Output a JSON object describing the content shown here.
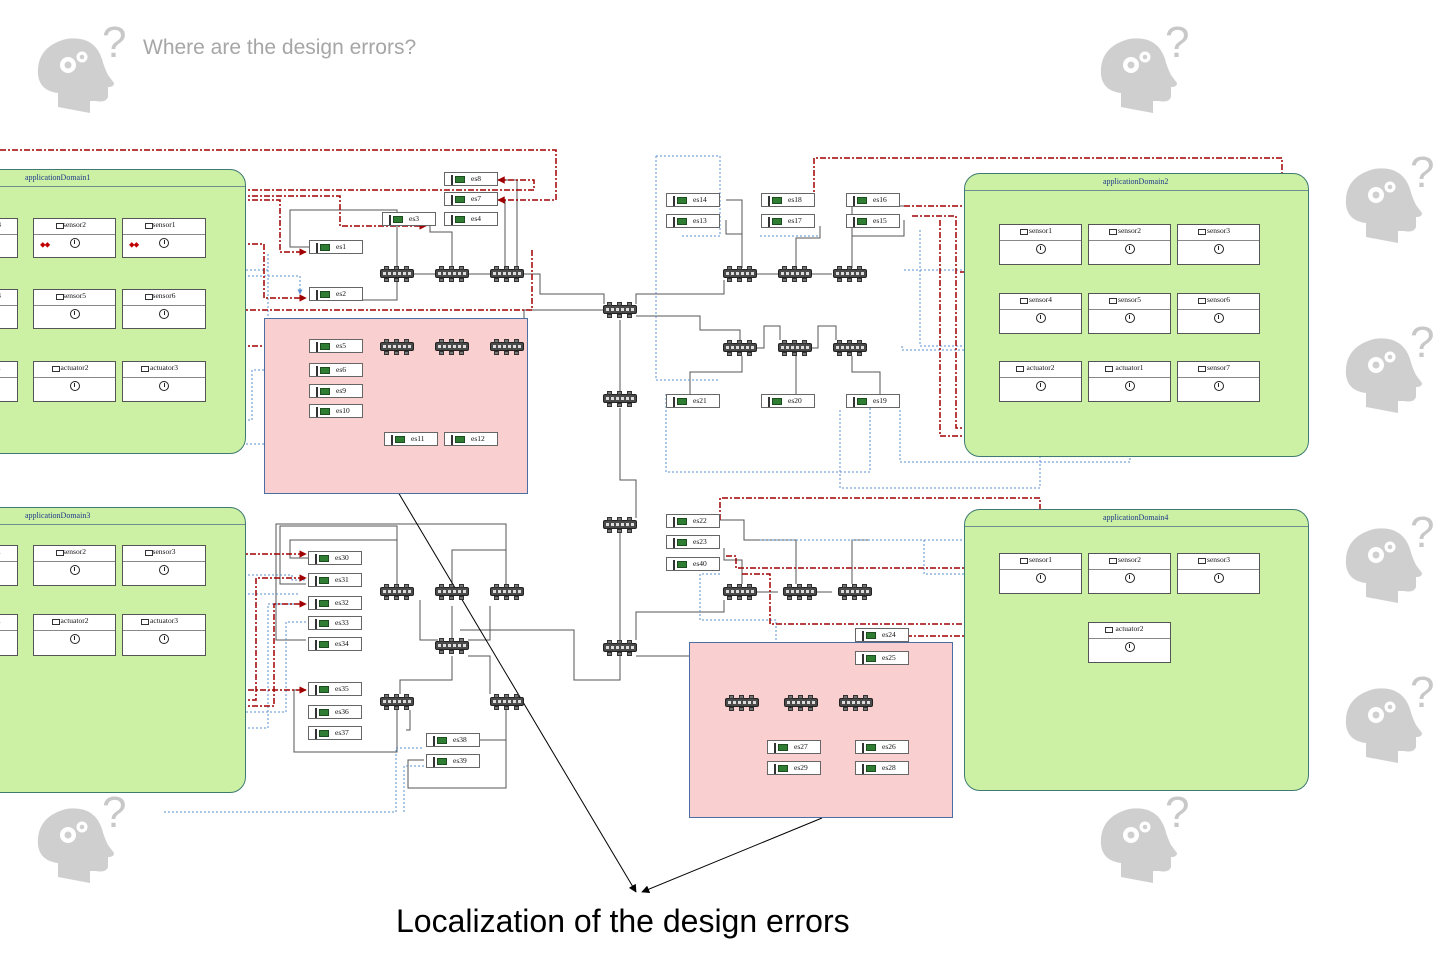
{
  "captions": {
    "top_question": "Where are the design errors?",
    "bottom_statement": "Localization of the design errors"
  },
  "colors": {
    "domain_fill": "#ccf0a4",
    "domain_border": "#3e7a72",
    "error_region_fill": "#f9cfcf",
    "error_region_border": "#4a6fa5",
    "red_dashed_link": "#a00000",
    "blue_dotted_link": "#5b8fd1",
    "gray_solid_link": "#555555",
    "head_icon_gray": "#c8c8c8"
  },
  "icons": {
    "thinking_head": "thinking-head-gears-icon",
    "question_mark": "?",
    "domain_icon": "application-domain-icon",
    "component_envelope": "envelope-icon",
    "component_clock": "clock-icon",
    "end_system": "end-system-board-icon",
    "switch": "network-switch-icon"
  },
  "domains": {
    "d1": {
      "title": "applicationDomain1",
      "components": [
        {
          "label": "3"
        },
        {
          "label": "sensor2"
        },
        {
          "label": "sensor1"
        },
        {
          "label": "4"
        },
        {
          "label": "sensor5"
        },
        {
          "label": "sensor6"
        },
        {
          "label": "r1"
        },
        {
          "label": "actuator2"
        },
        {
          "label": "actuator3"
        }
      ]
    },
    "d2": {
      "title": "applicationDomain2",
      "components": [
        {
          "label": "sensor1"
        },
        {
          "label": "sensor2"
        },
        {
          "label": "sensor3"
        },
        {
          "label": "sensor4"
        },
        {
          "label": "sensor5"
        },
        {
          "label": "sensor6"
        },
        {
          "label": "actuator2"
        },
        {
          "label": "actuator1"
        },
        {
          "label": "sensor7"
        }
      ]
    },
    "d3": {
      "title": "applicationDomain3",
      "components": [
        {
          "label": "1"
        },
        {
          "label": "sensor2"
        },
        {
          "label": "sensor3"
        },
        {
          "label": "1"
        },
        {
          "label": "actuator2"
        },
        {
          "label": "actuator3"
        }
      ]
    },
    "d4": {
      "title": "applicationDomain4",
      "components": [
        {
          "label": "sensor1"
        },
        {
          "label": "sensor2"
        },
        {
          "label": "sensor3"
        },
        {
          "label": "actuator2"
        }
      ]
    }
  },
  "end_systems": [
    "es1",
    "es2",
    "es3",
    "es4",
    "es5",
    "es6",
    "es7",
    "es8",
    "es9",
    "es10",
    "es11",
    "es12",
    "es13",
    "es14",
    "es15",
    "es16",
    "es17",
    "es18",
    "es19",
    "es20",
    "es21",
    "es22",
    "es23",
    "es24",
    "es25",
    "es26",
    "es27",
    "es28",
    "es29",
    "es30",
    "es31",
    "es32",
    "es33",
    "es34",
    "es35",
    "es36",
    "es37",
    "es38",
    "es39",
    "es40"
  ]
}
